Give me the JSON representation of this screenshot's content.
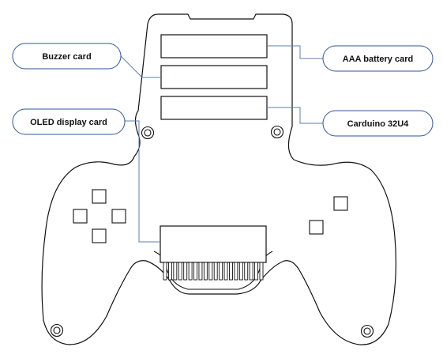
{
  "labels": {
    "buzzer": "Buzzer card",
    "oled": "OLED display card",
    "battery": "AAA battery card",
    "carduino": "Carduino 32U4"
  },
  "colors": {
    "outline": "#111111",
    "leader": "#5b7fb0",
    "callout_border": "#2f5597"
  },
  "oled_pin_count": 20
}
